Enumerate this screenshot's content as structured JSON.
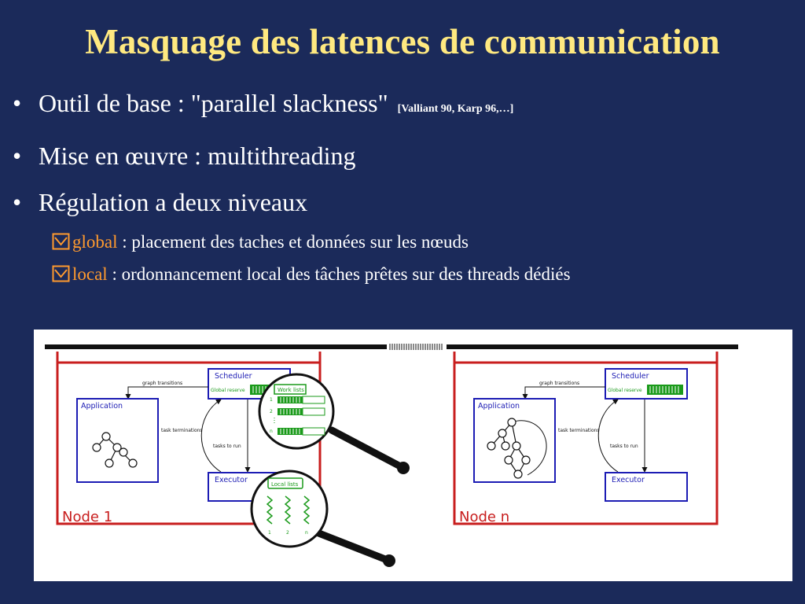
{
  "title": "Masquage des latences de communication",
  "bullets": [
    {
      "text": "Outil de base : \"parallel slackness\"",
      "ref": "[Valliant 90, Karp 96,…]"
    },
    {
      "text": "Mise en œuvre : multithreading"
    },
    {
      "text": "Régulation a deux niveaux"
    }
  ],
  "sub_bullets": [
    {
      "term": "global",
      "text": " : placement des taches et données sur les nœuds"
    },
    {
      "term": "local",
      "text": " : ordonnancement local des tâches prêtes sur des threads dédiés"
    }
  ],
  "icons": {
    "sub_bullet": "checkbox-arrow-icon",
    "magnifier": "magnifier-icon"
  },
  "colors": {
    "title": "#ffe980",
    "term": "#ff9a2e",
    "background": "#1b2a5a",
    "node_border": "#c81e1e",
    "box_border": "#1c1cb4",
    "green": "#1a9a1a"
  },
  "diagram": {
    "node1": {
      "label": "Node 1",
      "scheduler": "Scheduler",
      "global_reserve": "Global reserve",
      "application": "Application",
      "executor": "Executor",
      "graph_transitions": "graph transitions",
      "task_terminations": "task terminations",
      "task_to_run": "tasks to run",
      "work_lists": "Work lists",
      "work_list_ids": [
        "1",
        "2",
        "n"
      ],
      "local_lists": "Local lists",
      "local_list_ids": [
        "1",
        "2",
        "n"
      ]
    },
    "noden": {
      "label": "Node n",
      "scheduler": "Scheduler",
      "global_reserve": "Global reserve",
      "application": "Application",
      "executor": "Executor",
      "graph_transitions": "graph transitions",
      "task_terminations": "task terminations",
      "task_to_run": "tasks to run"
    }
  }
}
